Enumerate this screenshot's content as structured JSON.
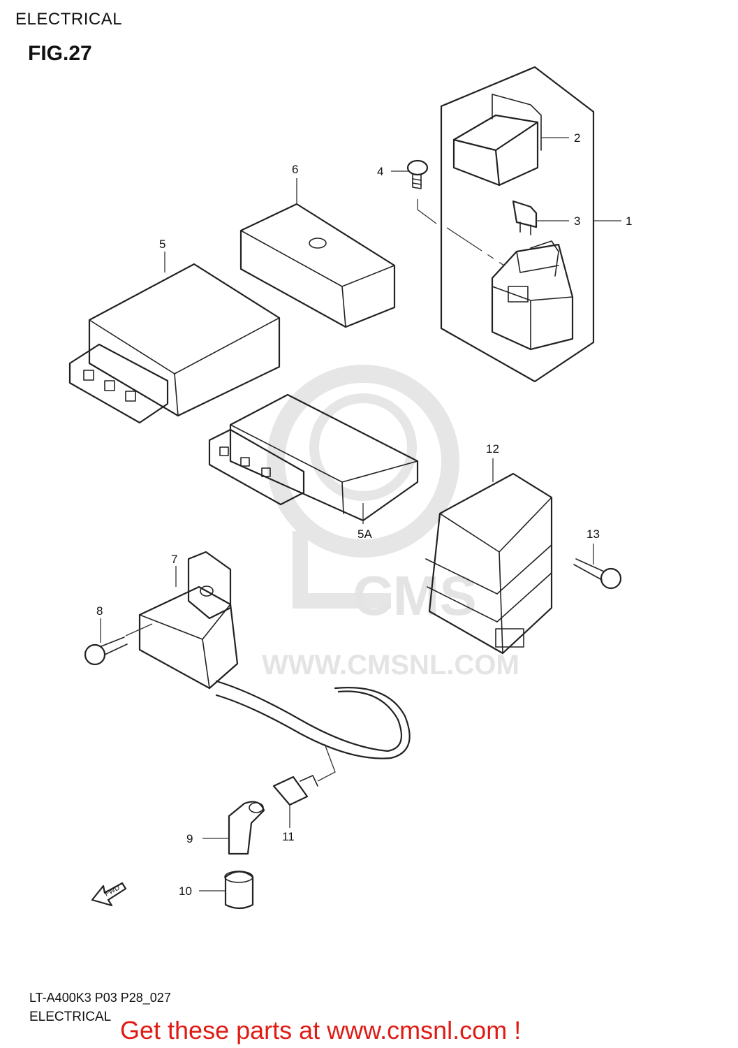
{
  "header": {
    "section": "ELECTRICAL",
    "figure": "FIG.27"
  },
  "watermark": {
    "logo_text": "CMS",
    "url_text": "WWW.CMSNL.COM"
  },
  "callouts": [
    {
      "id": "c1",
      "label": "1"
    },
    {
      "id": "c2",
      "label": "2"
    },
    {
      "id": "c3",
      "label": "3"
    },
    {
      "id": "c4",
      "label": "4"
    },
    {
      "id": "c5",
      "label": "5"
    },
    {
      "id": "c5a",
      "label": "5A"
    },
    {
      "id": "c6",
      "label": "6"
    },
    {
      "id": "c7",
      "label": "7"
    },
    {
      "id": "c8",
      "label": "8"
    },
    {
      "id": "c9",
      "label": "9"
    },
    {
      "id": "c10",
      "label": "10"
    },
    {
      "id": "c11",
      "label": "11"
    },
    {
      "id": "c12",
      "label": "12"
    },
    {
      "id": "c13",
      "label": "13"
    }
  ],
  "direction_marker": "FWD",
  "footer": {
    "code": "LT-A400K3 P03 P28_027",
    "title": "ELECTRICAL",
    "promo": "Get these parts at www.cmsnl.com !"
  },
  "colors": {
    "promo": "#e01a14",
    "line": "#222222",
    "watermark": "#e4e4e4"
  }
}
